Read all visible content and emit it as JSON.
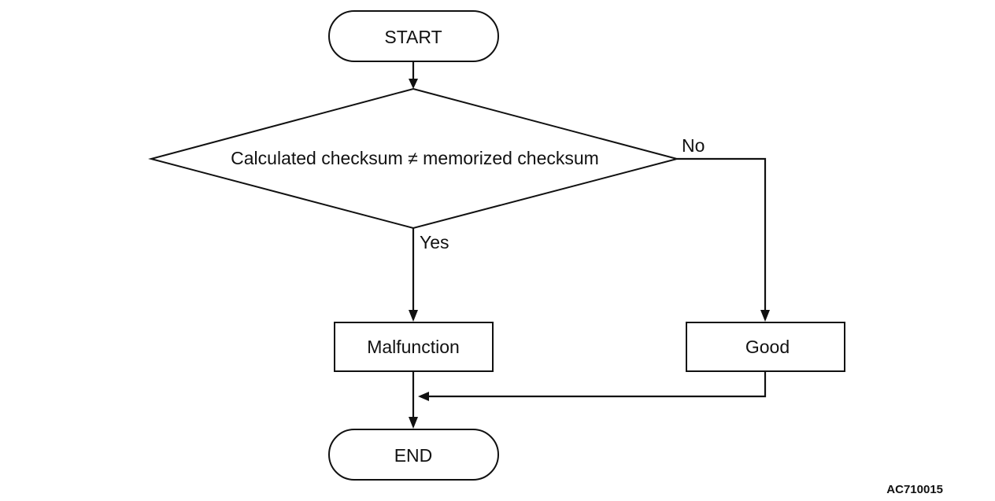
{
  "flowchart": {
    "start": "START",
    "decision": "Calculated checksum ≠ memorized checksum",
    "branch_no": "No",
    "branch_yes": "Yes",
    "result_yes": "Malfunction",
    "result_no": "Good",
    "end": "END"
  },
  "figure_id": "AC710015"
}
